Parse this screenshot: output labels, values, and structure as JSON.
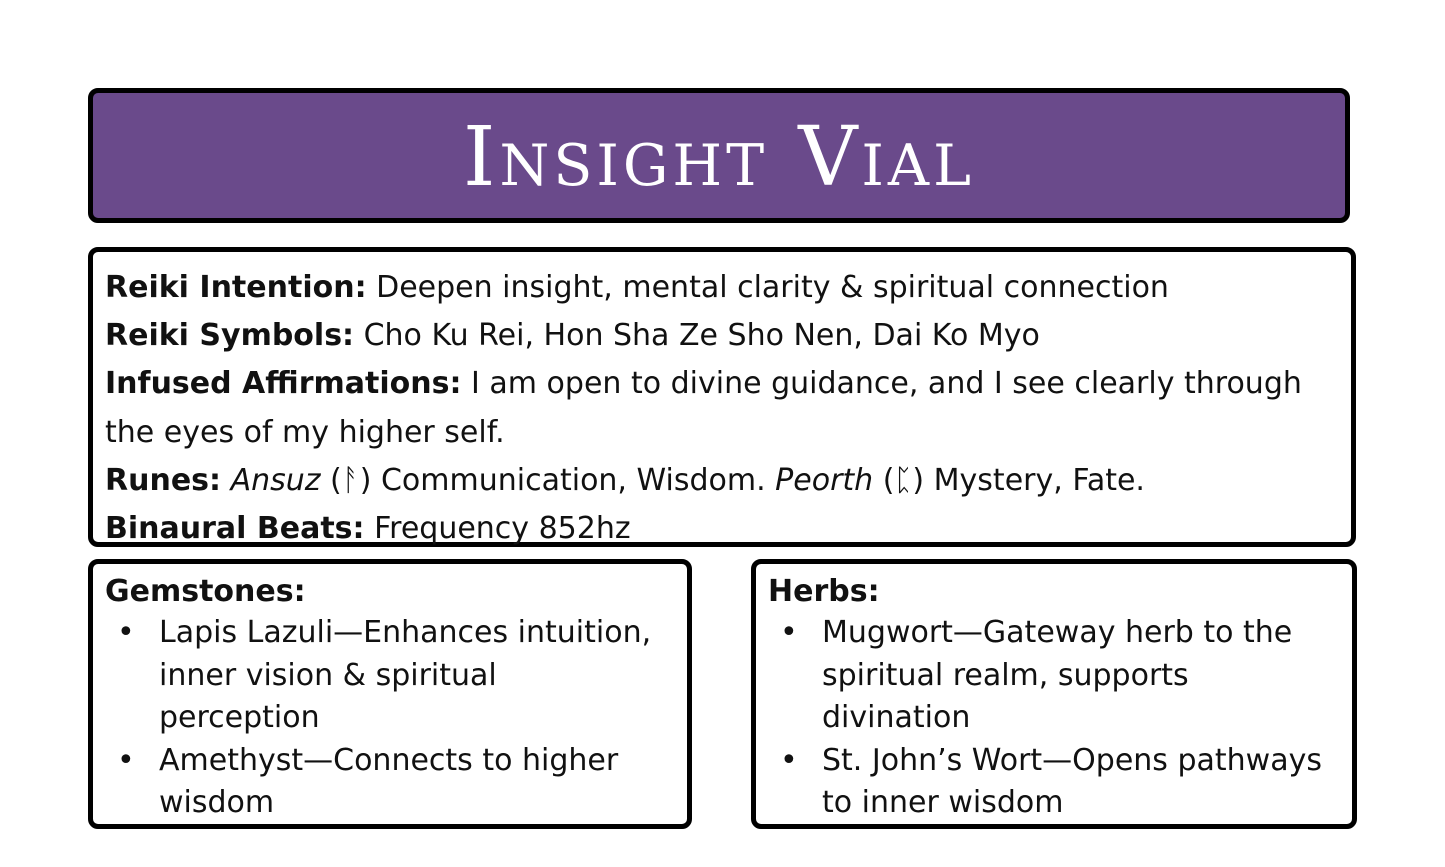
{
  "header": {
    "title": "Insight Vial",
    "background_color": "#6a4a8b"
  },
  "info": {
    "intention_label": "Reiki Intention:",
    "intention_value": " Deepen insight, mental clarity & spiritual connection",
    "symbols_label": "Reiki Symbols:",
    "symbols_value": " Cho Ku Rei, Hon Sha Ze Sho Nen, Dai Ko Myo",
    "affirmations_label": "Infused Affirmations:",
    "affirmations_value": " I am open to divine guidance, and I see clearly through the eyes of my higher self.",
    "runes_label": "Runes:",
    "rune1_name": "Ansuz",
    "rune1_desc": " (ᚨ) Communication, Wisdom. ",
    "rune2_name": "Peorth",
    "rune2_desc": " (ᛈ) Mystery, Fate.",
    "beats_label": "Binaural Beats:",
    "beats_value": " Frequency 852hz"
  },
  "gemstones": {
    "heading": "Gemstones:",
    "items": [
      "Lapis Lazuli—Enhances intuition, inner vision & spiritual perception",
      "Amethyst—Connects to higher wisdom"
    ]
  },
  "herbs": {
    "heading": "Herbs:",
    "items": [
      "Mugwort—Gateway herb to the spiritual realm, supports divination",
      "St. John’s Wort—Opens pathways to inner wisdom"
    ]
  },
  "bullet_symbol": "•"
}
